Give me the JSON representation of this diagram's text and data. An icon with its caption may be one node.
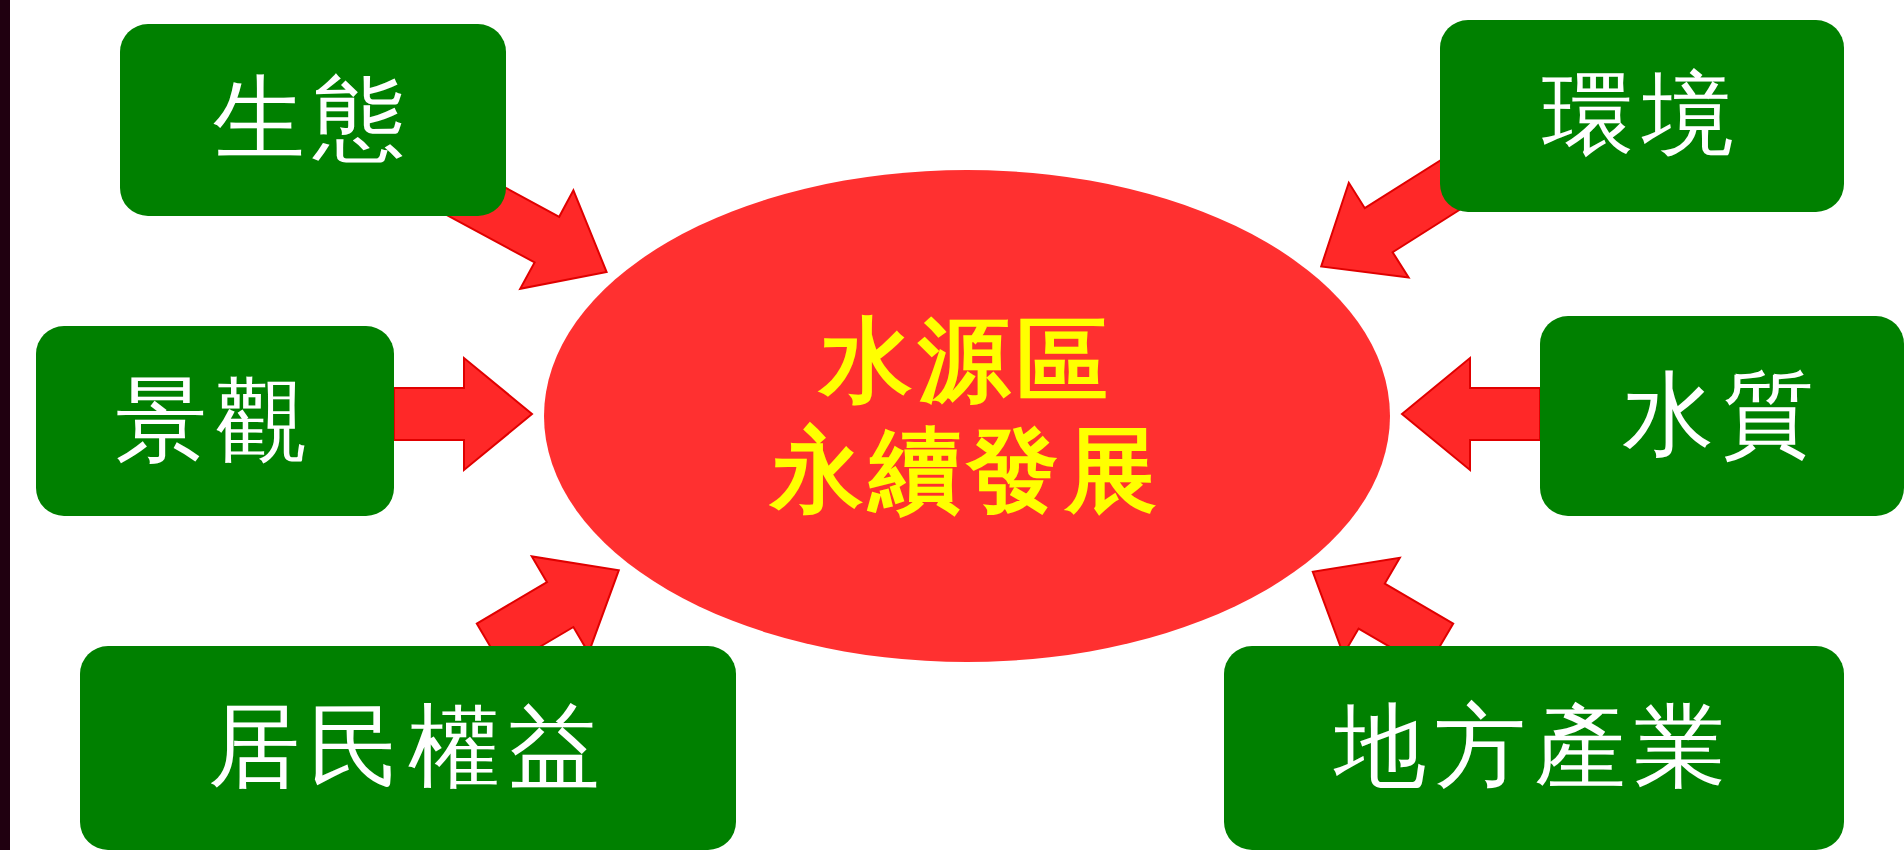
{
  "diagram": {
    "nodes": [
      {
        "text": [
          "水源區",
          "永續發展"
        ]
      },
      {
        "text": [
          "生態"
        ]
      },
      {
        "text": [
          "環境"
        ]
      },
      {
        "text": [
          "景觀"
        ]
      },
      {
        "text": [
          "水質"
        ]
      },
      {
        "text": [
          "居民權益"
        ]
      },
      {
        "text": [
          "地方產業"
        ]
      }
    ],
    "edges": [
      {
        "from": 1,
        "to": 0,
        "arrow": "to"
      },
      {
        "from": 2,
        "to": 0,
        "arrow": "to"
      },
      {
        "from": 3,
        "to": 0,
        "arrow": "to"
      },
      {
        "from": 4,
        "to": 0,
        "arrow": "to"
      },
      {
        "from": 5,
        "to": 0,
        "arrow": "to"
      },
      {
        "from": 6,
        "to": 0,
        "arrow": "to"
      }
    ]
  }
}
